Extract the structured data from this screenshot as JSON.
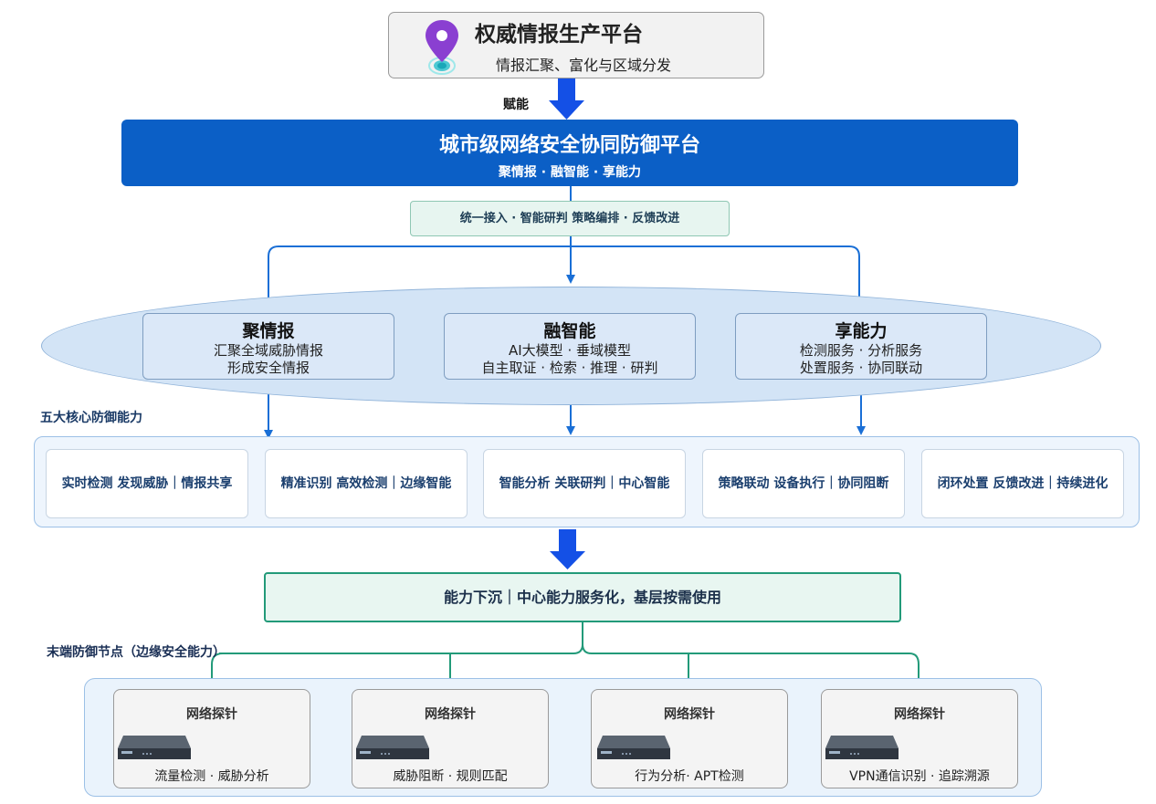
{
  "top": {
    "title": "权威情报生产平台",
    "subtitle": "情报汇聚、富化与区域分发"
  },
  "empower": "赋能",
  "main": {
    "title": "城市级网络安全协同防御平台",
    "subtitle": "聚情报 · 融智能 · 享能力"
  },
  "unified": "统一接入 · 智能研判 策略编排 · 反馈改进",
  "capabilities": [
    {
      "title": "聚情报",
      "line1": "汇聚全域威胁情报",
      "line2": "形成安全情报"
    },
    {
      "title": "融智能",
      "line1": "AI大模型 · 垂域模型",
      "line2": "自主取证 · 检索 · 推理 · 研判"
    },
    {
      "title": "享能力",
      "line1": "检测服务 · 分析服务",
      "line2": "处置服务 · 协同联动"
    }
  ],
  "five_label": "五大核心防御能力",
  "core": [
    "实时检测 发现威胁｜情报共享",
    "精准识别 高效检测｜边缘智能",
    "智能分析 关联研判｜中心智能",
    "策略联动 设备执行｜协同阻断",
    "闭环处置 反馈改进｜持续进化"
  ],
  "sink": "能力下沉｜中心能力服务化，基层按需使用",
  "edge_label": "末端防御节点（边缘安全能力）",
  "nodes": [
    {
      "title": "网络探针",
      "desc": "流量检测 · 威胁分析"
    },
    {
      "title": "网络探针",
      "desc": "威胁阻断 · 规则匹配"
    },
    {
      "title": "网络探针",
      "desc": "行为分析· APT检测"
    },
    {
      "title": "网络探针",
      "desc": "VPN通信识别 · 追踪溯源"
    }
  ],
  "colors": {
    "blue": "#0b5fc6",
    "arrow": "#1a6fd6",
    "teal": "#229a79",
    "bigArrow": "#1450e6"
  }
}
